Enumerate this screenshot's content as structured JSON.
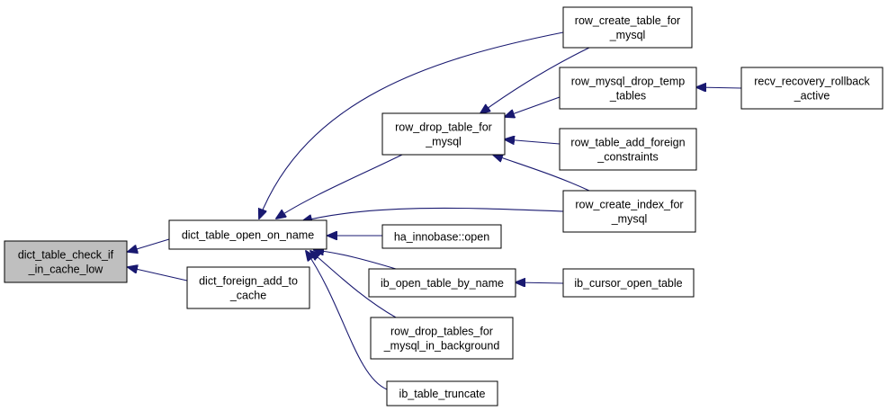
{
  "diagram": {
    "nodes": [
      {
        "id": "root",
        "lines": [
          "dict_table_check_if",
          "_in_cache_low"
        ],
        "highlighted": true
      },
      {
        "id": "open_on_name",
        "lines": [
          "dict_table_open_on_name"
        ]
      },
      {
        "id": "foreign_add",
        "lines": [
          "dict_foreign_add_to",
          "_cache"
        ]
      },
      {
        "id": "drop_table",
        "lines": [
          "row_drop_table_for",
          "_mysql"
        ]
      },
      {
        "id": "ha_open",
        "lines": [
          "ha_innobase::open"
        ]
      },
      {
        "id": "ib_open_by_name",
        "lines": [
          "ib_open_table_by_name"
        ]
      },
      {
        "id": "drop_bg",
        "lines": [
          "row_drop_tables_for",
          "_mysql_in_background"
        ]
      },
      {
        "id": "truncate",
        "lines": [
          "ib_table_truncate"
        ]
      },
      {
        "id": "create_table",
        "lines": [
          "row_create_table_for",
          "_mysql"
        ]
      },
      {
        "id": "drop_temp",
        "lines": [
          "row_mysql_drop_temp",
          "_tables"
        ]
      },
      {
        "id": "add_foreign",
        "lines": [
          "row_table_add_foreign",
          "_constraints"
        ]
      },
      {
        "id": "create_index",
        "lines": [
          "row_create_index_for",
          "_mysql"
        ]
      },
      {
        "id": "cursor_open",
        "lines": [
          "ib_cursor_open_table"
        ]
      },
      {
        "id": "recv_rollback",
        "lines": [
          "recv_recovery_rollback",
          "_active"
        ]
      }
    ],
    "edges": [
      {
        "from": "open_on_name",
        "to": "root"
      },
      {
        "from": "foreign_add",
        "to": "root"
      },
      {
        "from": "create_table",
        "to": "open_on_name"
      },
      {
        "from": "drop_table",
        "to": "open_on_name"
      },
      {
        "from": "create_index",
        "to": "open_on_name"
      },
      {
        "from": "ha_open",
        "to": "open_on_name"
      },
      {
        "from": "ib_open_by_name",
        "to": "open_on_name"
      },
      {
        "from": "drop_bg",
        "to": "open_on_name"
      },
      {
        "from": "truncate",
        "to": "open_on_name"
      },
      {
        "from": "create_table",
        "to": "drop_table"
      },
      {
        "from": "drop_temp",
        "to": "drop_table"
      },
      {
        "from": "add_foreign",
        "to": "drop_table"
      },
      {
        "from": "create_index",
        "to": "drop_table"
      },
      {
        "from": "recv_rollback",
        "to": "drop_temp"
      },
      {
        "from": "cursor_open",
        "to": "ib_open_by_name"
      }
    ],
    "colors": {
      "edge": "#191970",
      "root_fill": "#bfbfbf",
      "node_fill": "#ffffff",
      "border": "#000000"
    }
  }
}
